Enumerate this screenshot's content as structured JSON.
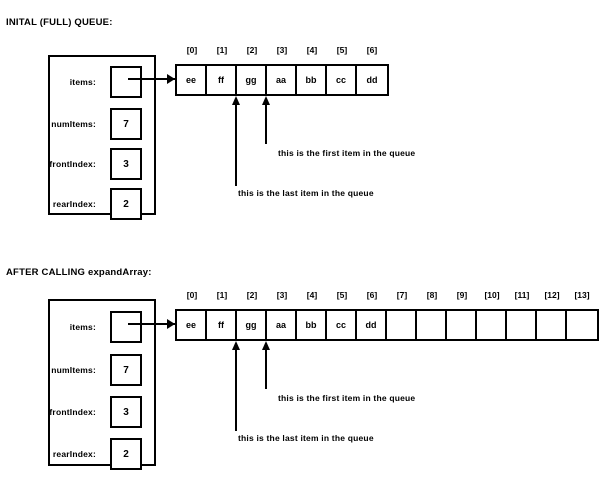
{
  "sections": [
    {
      "title": "INITAL (FULL) QUEUE:",
      "struct": {
        "fields": [
          {
            "label": "items:",
            "value": ""
          },
          {
            "label": "numItems:",
            "value": "7"
          },
          {
            "label": "frontIndex:",
            "value": "3"
          },
          {
            "label": "rearIndex:",
            "value": "2"
          }
        ]
      },
      "array": {
        "indices": [
          "[0]",
          "[1]",
          "[2]",
          "[3]",
          "[4]",
          "[5]",
          "[6]"
        ],
        "cells": [
          "ee",
          "ff",
          "gg",
          "aa",
          "bb",
          "cc",
          "dd"
        ]
      },
      "annotations": [
        {
          "text": "this is the first item in the queue",
          "points_to_index": 3
        },
        {
          "text": "this is the last item in the queue",
          "points_to_index": 2
        }
      ]
    },
    {
      "title_prefix": "AFTER CALLING ",
      "title_name": "expandArray",
      "title_suffix": ":",
      "struct": {
        "fields": [
          {
            "label": "items:",
            "value": ""
          },
          {
            "label": "numItems:",
            "value": "7"
          },
          {
            "label": "frontIndex:",
            "value": "3"
          },
          {
            "label": "rearIndex:",
            "value": "2"
          }
        ]
      },
      "array": {
        "indices": [
          "[0]",
          "[1]",
          "[2]",
          "[3]",
          "[4]",
          "[5]",
          "[6]",
          "[7]",
          "[8]",
          "[9]",
          "[10]",
          "[11]",
          "[12]",
          "[13]"
        ],
        "cells": [
          "ee",
          "ff",
          "gg",
          "aa",
          "bb",
          "cc",
          "dd",
          "",
          "",
          "",
          "",
          "",
          "",
          ""
        ]
      },
      "annotations": [
        {
          "text": "this is the first item in the queue",
          "points_to_index": 3
        },
        {
          "text": "this is the last item in the queue",
          "points_to_index": 2
        }
      ]
    }
  ],
  "colors": {
    "ink": "#000000",
    "background": "#ffffff"
  }
}
